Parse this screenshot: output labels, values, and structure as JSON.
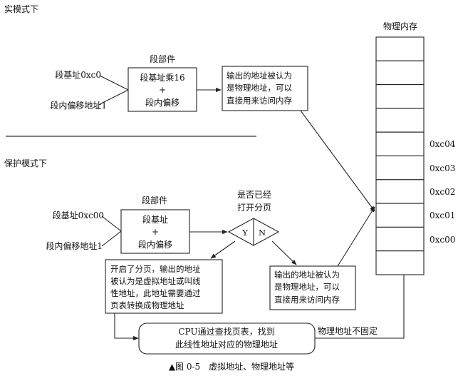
{
  "real_mode": {
    "title": "实模式下",
    "segment_base_label": "段基址0xc0",
    "offset_label": "段内偏移地址1",
    "seg_unit_title": "段部件",
    "seg_unit_lines": [
      "段基址乘16",
      "+",
      "段内偏移"
    ],
    "output_lines": [
      "输出的地址被认为",
      "是物理地址，可以",
      "直接用来访问内存"
    ]
  },
  "protected_mode": {
    "title": "保护模式下",
    "segment_base_label": "段基址0xc00",
    "offset_label": "段内偏移地址1",
    "seg_unit_title": "段部件",
    "seg_unit_lines": [
      "段基址",
      "+",
      "段内偏移"
    ],
    "question_lines": [
      "是否已经",
      "打开分页"
    ],
    "yes": "Y",
    "no": "N",
    "paging_lines": [
      "开启了分页，输出的地址",
      "被认为是虚拟地址或叫线",
      "性地址，此地址需要通过",
      "页表转换成物理地址"
    ],
    "no_paging_lines": [
      "输出的地址被认为",
      "是物理地址，可以",
      "直接用来访问内存"
    ],
    "cpu_lines": [
      "CPU通过查找页表，找到",
      "此线性地址对应的物理地址"
    ],
    "not_fixed_label": "物理地址不固定"
  },
  "memory": {
    "title": "物理内存",
    "addresses": [
      "0xc04",
      "0xc03",
      "0xc02",
      "0xc01",
      "0xc00"
    ]
  },
  "caption": "▲图 0-5　虚拟地址、物理地址等"
}
